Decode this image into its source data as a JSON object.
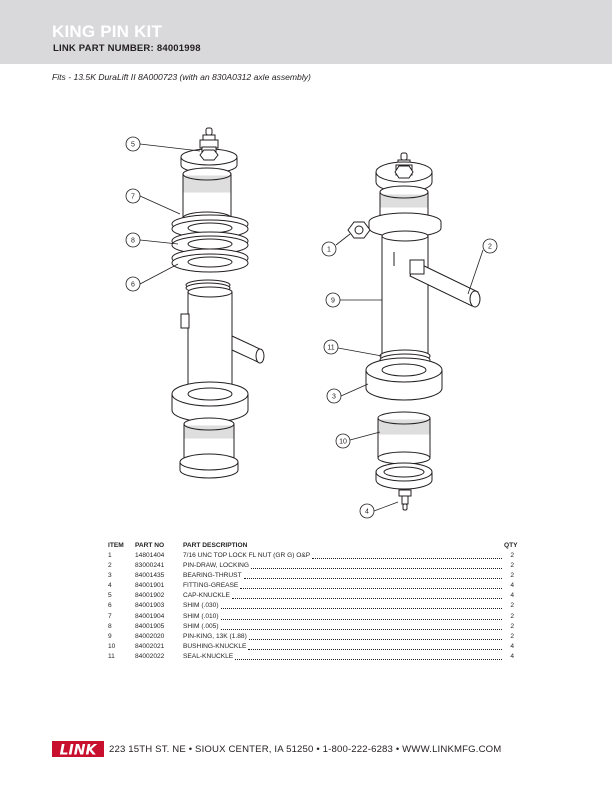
{
  "header": {
    "title": "KING PIN KIT",
    "part_number_label": "LINK PART NUMBER:",
    "part_number": "84001998"
  },
  "fits": "Fits - 13.5K DuraLift II 8A000723 (with an 830A0312 axle assembly)",
  "callouts": [
    "5",
    "7",
    "8",
    "6",
    "1",
    "2",
    "9",
    "11",
    "3",
    "10",
    "4"
  ],
  "parts_table": {
    "headers": {
      "item": "ITEM",
      "part_no": "PART NO",
      "description": "PART DESCRIPTION",
      "qty": "QTY"
    },
    "rows": [
      {
        "item": "1",
        "part_no": "14801404",
        "description": "7/16 UNC TOP LOCK FL NUT (GR G) O&P",
        "qty": "2"
      },
      {
        "item": "2",
        "part_no": "83000241",
        "description": "PIN-DRAW, LOCKING",
        "qty": "2"
      },
      {
        "item": "3",
        "part_no": "84001435",
        "description": "BEARING-THRUST",
        "qty": "2"
      },
      {
        "item": "4",
        "part_no": "84001901",
        "description": "FITTING-GREASE",
        "qty": "4"
      },
      {
        "item": "5",
        "part_no": "84001902",
        "description": "CAP-KNUCKLE",
        "qty": "4"
      },
      {
        "item": "6",
        "part_no": "84001903",
        "description": "SHIM (.030)",
        "qty": "2"
      },
      {
        "item": "7",
        "part_no": "84001904",
        "description": "SHIM (.010)",
        "qty": "2"
      },
      {
        "item": "8",
        "part_no": "84001905",
        "description": "SHIM (.005)",
        "qty": "2"
      },
      {
        "item": "9",
        "part_no": "84002020",
        "description": "PIN-KING, 13K (1.88)",
        "qty": "2"
      },
      {
        "item": "10",
        "part_no": "84002021",
        "description": "BUSHING-KNUCKLE",
        "qty": "4"
      },
      {
        "item": "11",
        "part_no": "84002022",
        "description": "SEAL-KNUCKLE",
        "qty": "4"
      }
    ]
  },
  "footer": {
    "logo_text": "LINK",
    "address": "223 15TH ST. NE • SIOUX CENTER, IA 51250 • 1-800-222-6283 • WWW.LINKMFG.COM"
  },
  "colors": {
    "header_bg": "#d9d9db",
    "logo_red": "#c8102e",
    "ink": "#231f20"
  }
}
